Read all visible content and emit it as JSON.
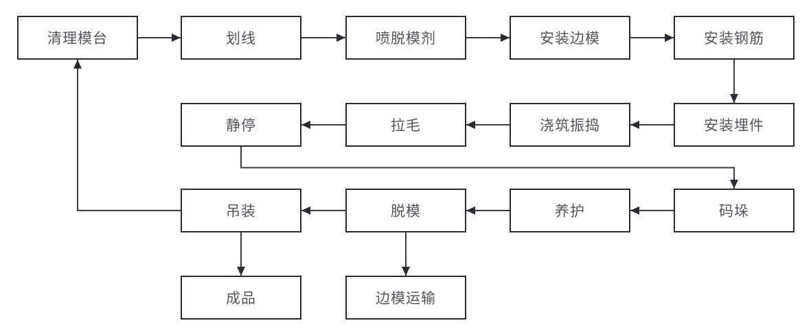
{
  "diagram": {
    "type": "flowchart",
    "background_color": "#ffffff",
    "box_border_color": "#2a2a33",
    "box_fill_color": "#ffffff",
    "text_color": "#55555c",
    "arrow_color": "#3a3a42",
    "arrowhead_color": "#2b2b33",
    "nodes": [
      {
        "id": "clean-table",
        "label": "清理模台"
      },
      {
        "id": "marking",
        "label": "划线"
      },
      {
        "id": "spray-release-agent",
        "label": "喷脱模剂"
      },
      {
        "id": "install-side-mold",
        "label": "安装边模"
      },
      {
        "id": "install-rebar",
        "label": "安装钢筋"
      },
      {
        "id": "rest",
        "label": "静停"
      },
      {
        "id": "roughening",
        "label": "拉毛"
      },
      {
        "id": "pour-vibrate",
        "label": "浇筑振捣"
      },
      {
        "id": "install-embeds",
        "label": "安装埋件"
      },
      {
        "id": "hoist",
        "label": "吊装"
      },
      {
        "id": "demold",
        "label": "脱模"
      },
      {
        "id": "cure",
        "label": "养护"
      },
      {
        "id": "stack",
        "label": "码垛"
      },
      {
        "id": "finished-product",
        "label": "成品"
      },
      {
        "id": "side-mold-transport",
        "label": "边模运输"
      }
    ],
    "edges": [
      {
        "from": "clean-table",
        "to": "marking"
      },
      {
        "from": "marking",
        "to": "spray-release-agent"
      },
      {
        "from": "spray-release-agent",
        "to": "install-side-mold"
      },
      {
        "from": "install-side-mold",
        "to": "install-rebar"
      },
      {
        "from": "install-rebar",
        "to": "install-embeds"
      },
      {
        "from": "install-embeds",
        "to": "pour-vibrate"
      },
      {
        "from": "pour-vibrate",
        "to": "roughening"
      },
      {
        "from": "roughening",
        "to": "rest"
      },
      {
        "from": "rest",
        "to": "stack"
      },
      {
        "from": "stack",
        "to": "cure"
      },
      {
        "from": "cure",
        "to": "demold"
      },
      {
        "from": "demold",
        "to": "hoist"
      },
      {
        "from": "hoist",
        "to": "clean-table"
      },
      {
        "from": "hoist",
        "to": "finished-product"
      },
      {
        "from": "demold",
        "to": "side-mold-transport"
      }
    ]
  }
}
